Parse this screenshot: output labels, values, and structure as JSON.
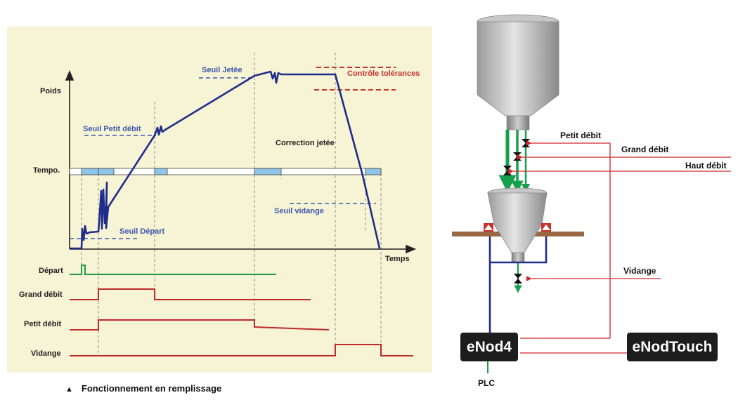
{
  "chart": {
    "y_axis_label": "Poids",
    "x_axis_label": "Temps",
    "tempo_label": "Tempo.",
    "thresholds": {
      "jetee": "Seuil Jetée",
      "petit_debit": "Seuil Petit débit",
      "depart": "Seuil Départ",
      "vidange": "Seuil vidange"
    },
    "annotations": {
      "controle": "Contrôle tolérances",
      "correction": "Correction jetée"
    },
    "signals": [
      "Départ",
      "Grand débit",
      "Petit débit",
      "Vidange"
    ]
  },
  "footnote": {
    "marker": "▲",
    "text": "Fonctionnement en remplissage"
  },
  "system": {
    "valves": {
      "petit_debit": "Petit débit",
      "grand_debit": "Grand débit",
      "haut_debit": "Haut débit",
      "vidange": "Vidange"
    },
    "controllers": {
      "enod4": "eNod4",
      "enodtouch": "eNodTouch"
    },
    "plc": "PLC"
  },
  "colors": {
    "panel_bg": "#f6f4d5",
    "curve": "#1f2d8a",
    "threshold": "#3c56ad",
    "tolerance": "#c8322c",
    "signal_red": "#c0282a",
    "signal_green": "#1e9a4a",
    "tempo_fill": "#8ec5e8",
    "pipe_green": "#16a04d",
    "frame": "#9a6842"
  },
  "icons": [
    "valve-icon",
    "arrow-right-icon",
    "triangle-marker-icon",
    "load-cell-icon"
  ]
}
